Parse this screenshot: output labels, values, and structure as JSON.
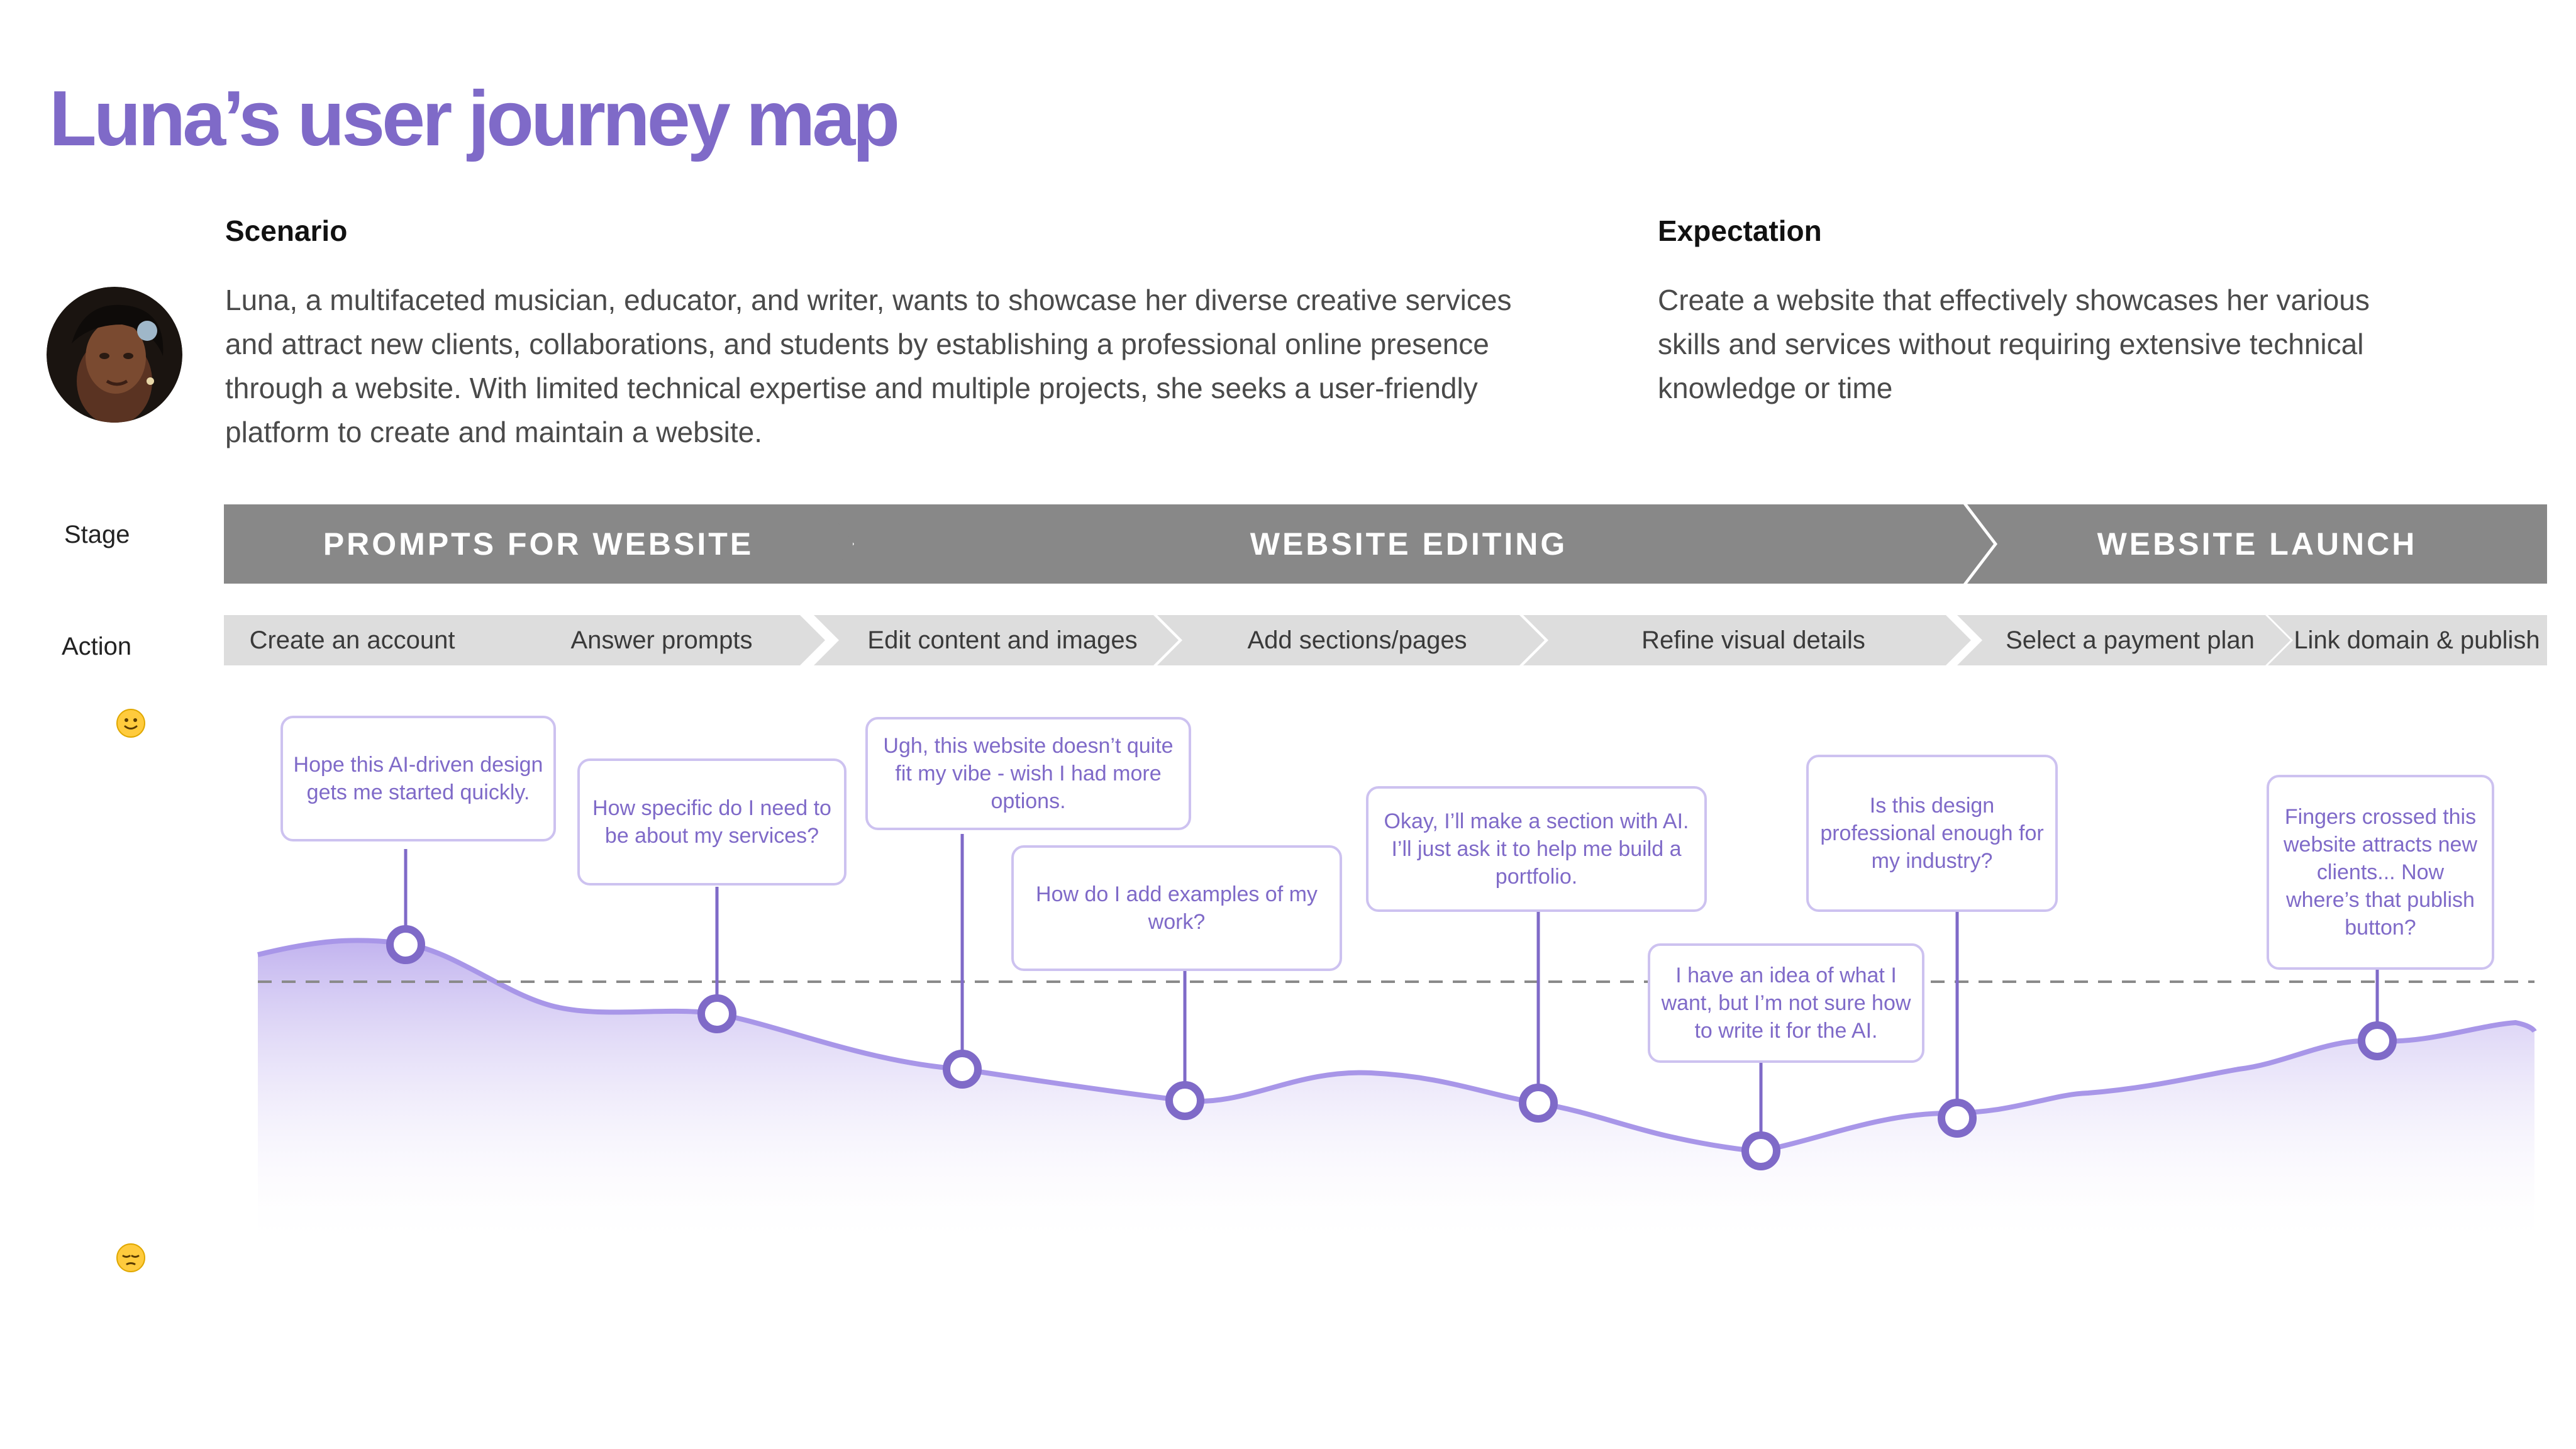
{
  "title": "Luna’s user journey map",
  "scenario": {
    "heading": "Scenario",
    "lines": [
      "Luna, a multifaceted musician, educator, and writer, wants to showcase her diverse creative services",
      "and attract new clients, collaborations, and students by establishing a professional online presence",
      "through a website. With limited technical expertise and multiple projects, she seeks a user-friendly",
      "platform to create and maintain a website."
    ]
  },
  "expectation": {
    "heading": "Expectation",
    "lines": [
      "Create a website that effectively showcases her various",
      "skills and services without requiring extensive technical",
      "knowledge or time"
    ]
  },
  "labels": {
    "stage": "Stage",
    "action": "Action"
  },
  "stages": [
    "PROMPTS FOR WEBSITE",
    "WEBSITE EDITING",
    "WEBSITE LAUNCH"
  ],
  "actions": [
    "Create an account",
    "Answer prompts",
    "Edit content and images",
    "Add sections/pages",
    "Refine visual details",
    "Select a payment plan",
    "Link domain & publish"
  ],
  "emotion_scale": {
    "top_icon": "slightly-smiling-face-icon",
    "bottom_icon": "pensive-face-icon"
  },
  "colors": {
    "accent": "#7f6ac8",
    "stage_bg": "#888888",
    "action_bg": "#dddddd",
    "bubble_border": "#cdc2f0"
  },
  "thoughts": [
    "Hope this AI-driven design gets me started quickly.",
    "How specific do I need to be about my services?",
    "Ugh, this website doesn’t quite fit my vibe - wish I had more options.",
    "How do I add examples of my work?",
    "Okay, I’ll make a section with AI. I’ll just ask it to help me build a portfolio.",
    "I have an idea of what I want, but I’m not sure how to write it for the AI.",
    "Is this design professional enough for my industry?",
    "Fingers crossed this website attracts new clients... Now where’s that publish button?"
  ]
}
